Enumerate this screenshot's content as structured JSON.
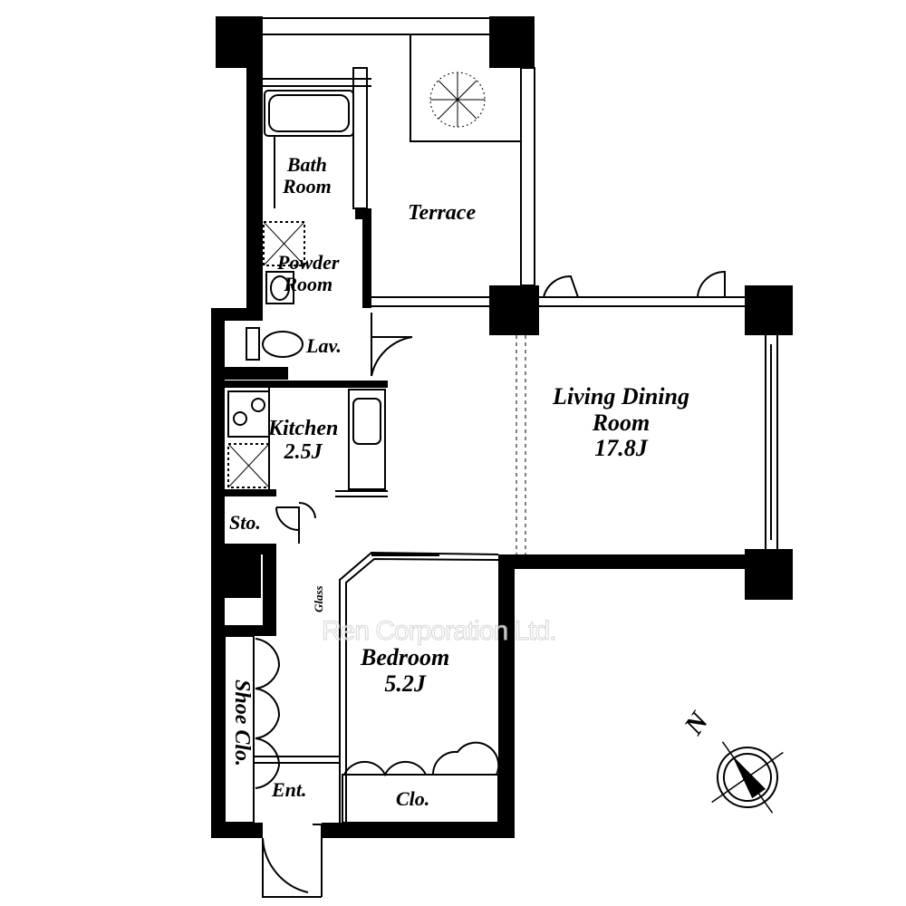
{
  "rooms": {
    "bath": "Bath\nRoom",
    "bath_line1": "Bath",
    "bath_line2": "Room",
    "terrace": "Terrace",
    "powder_line1": "Powder",
    "powder_line2": "Room",
    "lav": "Lav.",
    "kitchen": "Kitchen",
    "kitchen_size": "2.5J",
    "ldr_line1": "Living Dining",
    "ldr_line2": "Room",
    "ldr_size": "17.8J",
    "sto": "Sto.",
    "glass": "Glass",
    "bedroom": "Bedroom",
    "bedroom_size": "5.2J",
    "shoe_clo": "Shoe Clo.",
    "ent": "Ent.",
    "clo": "Clo."
  },
  "compass": {
    "label": "N"
  },
  "watermark": "Ren Corporation Ltd."
}
